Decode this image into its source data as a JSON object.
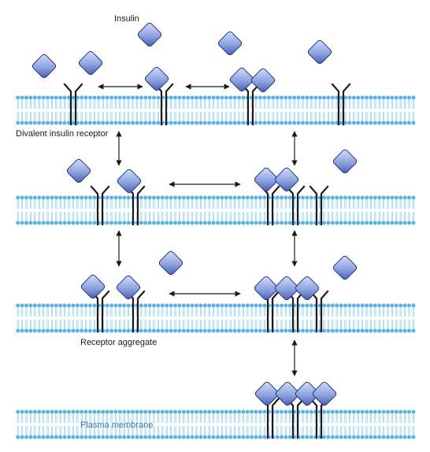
{
  "labels": {
    "insulin": "Insulin",
    "divalent_receptor": "Divalent insulin receptor",
    "receptor_aggregate": "Receptor aggregate",
    "plasma_membrane": "Plasma membrane"
  },
  "colors": {
    "background": "#ffffff",
    "lipid_head": "#5ab1e3",
    "lipid_tail": "#8ccbee",
    "receptor": "#1a1a1a",
    "insulin_light": "#b9c9f2",
    "insulin_dark": "#4f63b8",
    "insulin_stroke": "#1f2f78",
    "arrow": "#1a1a1a"
  },
  "icons": {
    "insulin": "insulin-diamond-icon",
    "receptor": "y-shaped-receptor-icon",
    "lipid": "phospholipid-bilayer"
  }
}
